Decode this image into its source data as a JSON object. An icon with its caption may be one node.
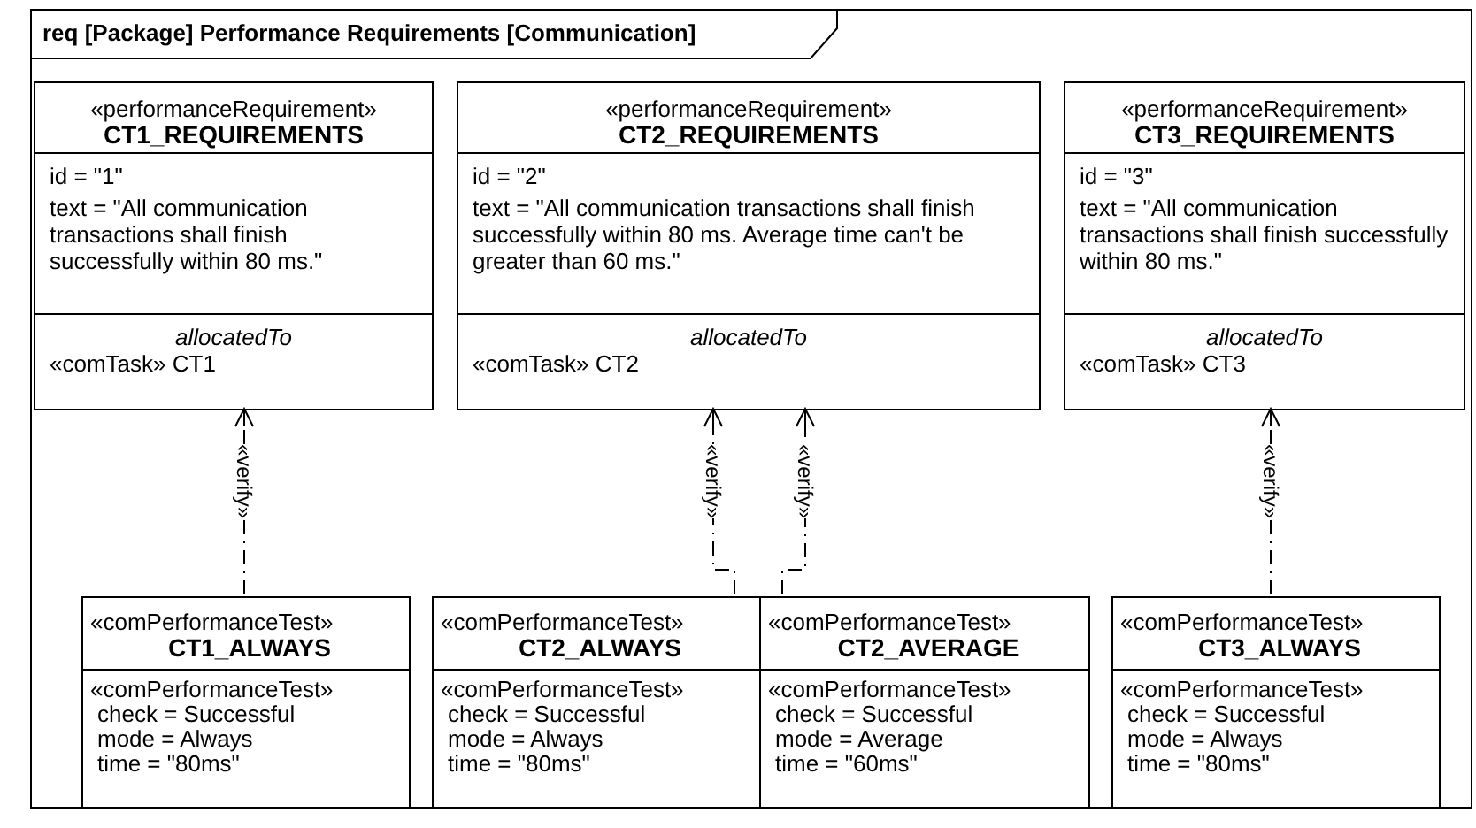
{
  "diagram": {
    "nodes": [
      {
        "text": [
          "req [Package] Performance Requirements [Communication]"
        ]
      },
      {
        "text": [
          "«performanceRequirement»",
          "CT1_REQUIREMENTS",
          "id = \"1\"",
          "text = \"All communication transactions shall finish successfully within 80 ms.\"",
          "allocatedTo",
          "«comTask» CT1"
        ],
        "in": 0
      },
      {
        "text": [
          "«performanceRequirement»",
          "CT2_REQUIREMENTS",
          "id = \"2\"",
          "text = \"All communication transactions shall finish successfully within 80 ms. Average time can't be greater than 60 ms.\"",
          "allocatedTo",
          "«comTask» CT2"
        ],
        "in": 0
      },
      {
        "text": [
          "«performanceRequirement»",
          "CT3_REQUIREMENTS",
          "id = \"3\"",
          "text = \"All communication transactions shall finish successfully within 80 ms.\"",
          "allocatedTo",
          "«comTask» CT3"
        ],
        "in": 0
      },
      {
        "text": [
          "«comPerformanceTest»",
          "CT1_ALWAYS",
          "«comPerformanceTest»",
          "check = Successful",
          "mode = Always",
          "time = \"80ms\""
        ],
        "in": 0
      },
      {
        "text": [
          "«comPerformanceTest»",
          "CT2_ALWAYS",
          "«comPerformanceTest»",
          "check = Successful",
          "mode = Always",
          "time = \"80ms\""
        ],
        "in": 0
      },
      {
        "text": [
          "«comPerformanceTest»",
          "CT2_AVERAGE",
          "«comPerformanceTest»",
          "check = Successful",
          "mode = Average",
          "time = \"60ms\""
        ],
        "in": 0
      },
      {
        "text": [
          "«comPerformanceTest»",
          "CT3_ALWAYS",
          "«comPerformanceTest»",
          "check = Successful",
          "mode = Always",
          "time = \"80ms\""
        ],
        "in": 0
      }
    ],
    "edges": [
      {
        "from": 4,
        "to": 1,
        "arrow": "to",
        "label": "«verify»",
        "style": "dashed"
      },
      {
        "from": 5,
        "to": 2,
        "arrow": "to",
        "label": "«verify»",
        "style": "dashed"
      },
      {
        "from": 6,
        "to": 2,
        "arrow": "to",
        "label": "«verify»",
        "style": "dashed"
      },
      {
        "from": 7,
        "to": 3,
        "arrow": "to",
        "label": "«verify»",
        "style": "dashed"
      }
    ]
  }
}
